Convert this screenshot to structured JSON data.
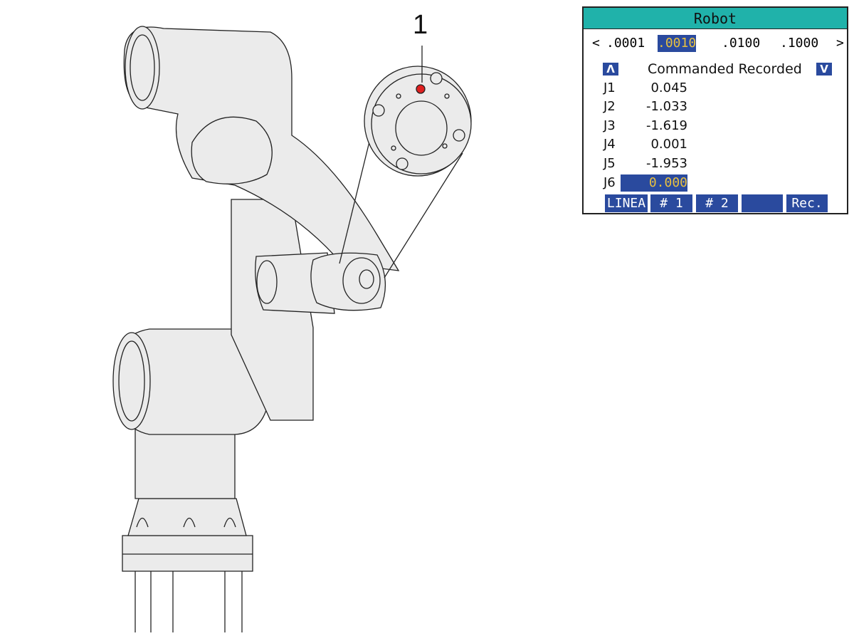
{
  "callout": {
    "label": "1"
  },
  "panel": {
    "title": "Robot",
    "step_prev": "<",
    "step_next": ">",
    "steps": [
      ".0001",
      ".0010",
      ".0100",
      ".1000"
    ],
    "selected_step": ".0010",
    "up_arrow": "Λ",
    "down_arrow": "V",
    "header": "Commanded Recorded",
    "joints": [
      {
        "name": "J1",
        "commanded": "0.045"
      },
      {
        "name": "J2",
        "commanded": "-1.033"
      },
      {
        "name": "J3",
        "commanded": "-1.619"
      },
      {
        "name": "J4",
        "commanded": "0.001"
      },
      {
        "name": "J5",
        "commanded": "-1.953"
      },
      {
        "name": "J6",
        "commanded": "0.000"
      }
    ],
    "active_joint": "J6",
    "softkeys": [
      "LINEA",
      "# 1",
      "# 2",
      "",
      "Rec."
    ]
  },
  "colors": {
    "title_bar": "#20b2aa",
    "highlight": "#2a4a9e",
    "highlight_text": "#e8c040",
    "marker": "#e02020"
  }
}
